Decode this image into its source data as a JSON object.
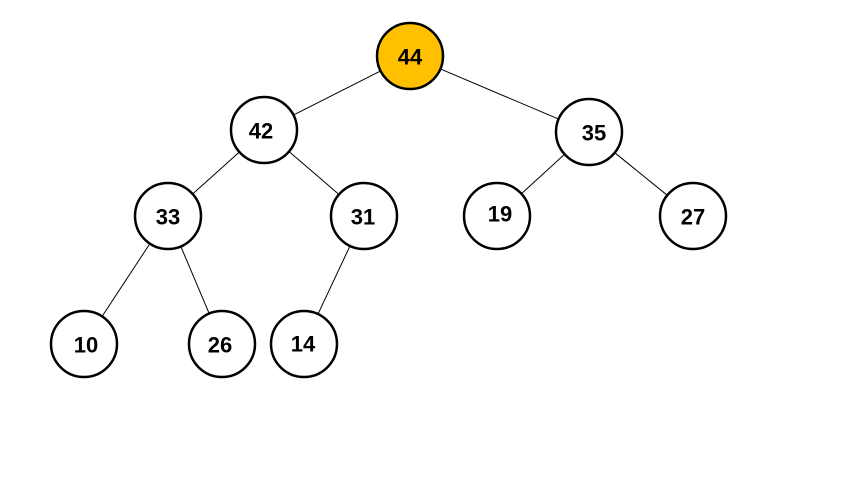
{
  "tree": {
    "highlight_color": "#FFC000",
    "node_fill": "#FFFFFF",
    "nodes": [
      {
        "id": "n44",
        "label": "44",
        "highlighted": true
      },
      {
        "id": "n42",
        "label": "42",
        "highlighted": false
      },
      {
        "id": "n35",
        "label": "35",
        "highlighted": false
      },
      {
        "id": "n33",
        "label": "33",
        "highlighted": false
      },
      {
        "id": "n31",
        "label": "31",
        "highlighted": false
      },
      {
        "id": "n19",
        "label": "19",
        "highlighted": false
      },
      {
        "id": "n27",
        "label": "27",
        "highlighted": false
      },
      {
        "id": "n10",
        "label": "10",
        "highlighted": false
      },
      {
        "id": "n26",
        "label": "26",
        "highlighted": false
      },
      {
        "id": "n14",
        "label": "14",
        "highlighted": false
      }
    ],
    "edges": [
      {
        "from": "n44",
        "to": "n42"
      },
      {
        "from": "n44",
        "to": "n35"
      },
      {
        "from": "n42",
        "to": "n33"
      },
      {
        "from": "n42",
        "to": "n31"
      },
      {
        "from": "n35",
        "to": "n19"
      },
      {
        "from": "n35",
        "to": "n27"
      },
      {
        "from": "n33",
        "to": "n10"
      },
      {
        "from": "n33",
        "to": "n26"
      },
      {
        "from": "n31",
        "to": "n14"
      }
    ]
  }
}
